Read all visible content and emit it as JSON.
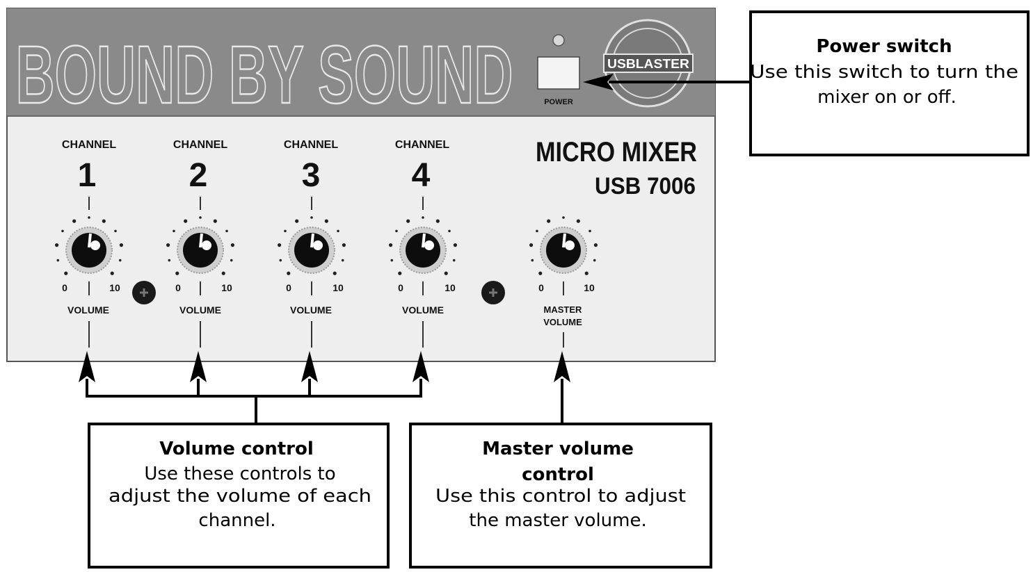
{
  "device": {
    "brand_text": "BOUND BY SOUND",
    "model_name": "MICRO MIXER",
    "model_number": "USB 7006",
    "power_label": "POWER",
    "badge_text": "USBLASTER",
    "channels": [
      {
        "caption": "CHANNEL",
        "number": "1",
        "scale_min": "0",
        "scale_max": "10",
        "knob_label": "VOLUME"
      },
      {
        "caption": "CHANNEL",
        "number": "2",
        "scale_min": "0",
        "scale_max": "10",
        "knob_label": "VOLUME"
      },
      {
        "caption": "CHANNEL",
        "number": "3",
        "scale_min": "0",
        "scale_max": "10",
        "knob_label": "VOLUME"
      },
      {
        "caption": "CHANNEL",
        "number": "4",
        "scale_min": "0",
        "scale_max": "10",
        "knob_label": "VOLUME"
      }
    ],
    "master": {
      "scale_min": "0",
      "scale_max": "10",
      "label_line1": "MASTER",
      "label_line2": "VOLUME"
    }
  },
  "callouts": {
    "power": {
      "title": "Power switch",
      "lines": [
        "Use this switch to turn the",
        "mixer on or off."
      ]
    },
    "volume": {
      "title": "Volume control",
      "lines": [
        "Use these controls to",
        "adjust the volume of each",
        "channel."
      ]
    },
    "master": {
      "title_lines": [
        "Master volume",
        "control"
      ],
      "lines": [
        "Use this control to adjust",
        "the master volume."
      ]
    }
  },
  "colors": {
    "top_band": "#8a8a8a",
    "panel": "#eeeeee",
    "outline": "#111111"
  }
}
